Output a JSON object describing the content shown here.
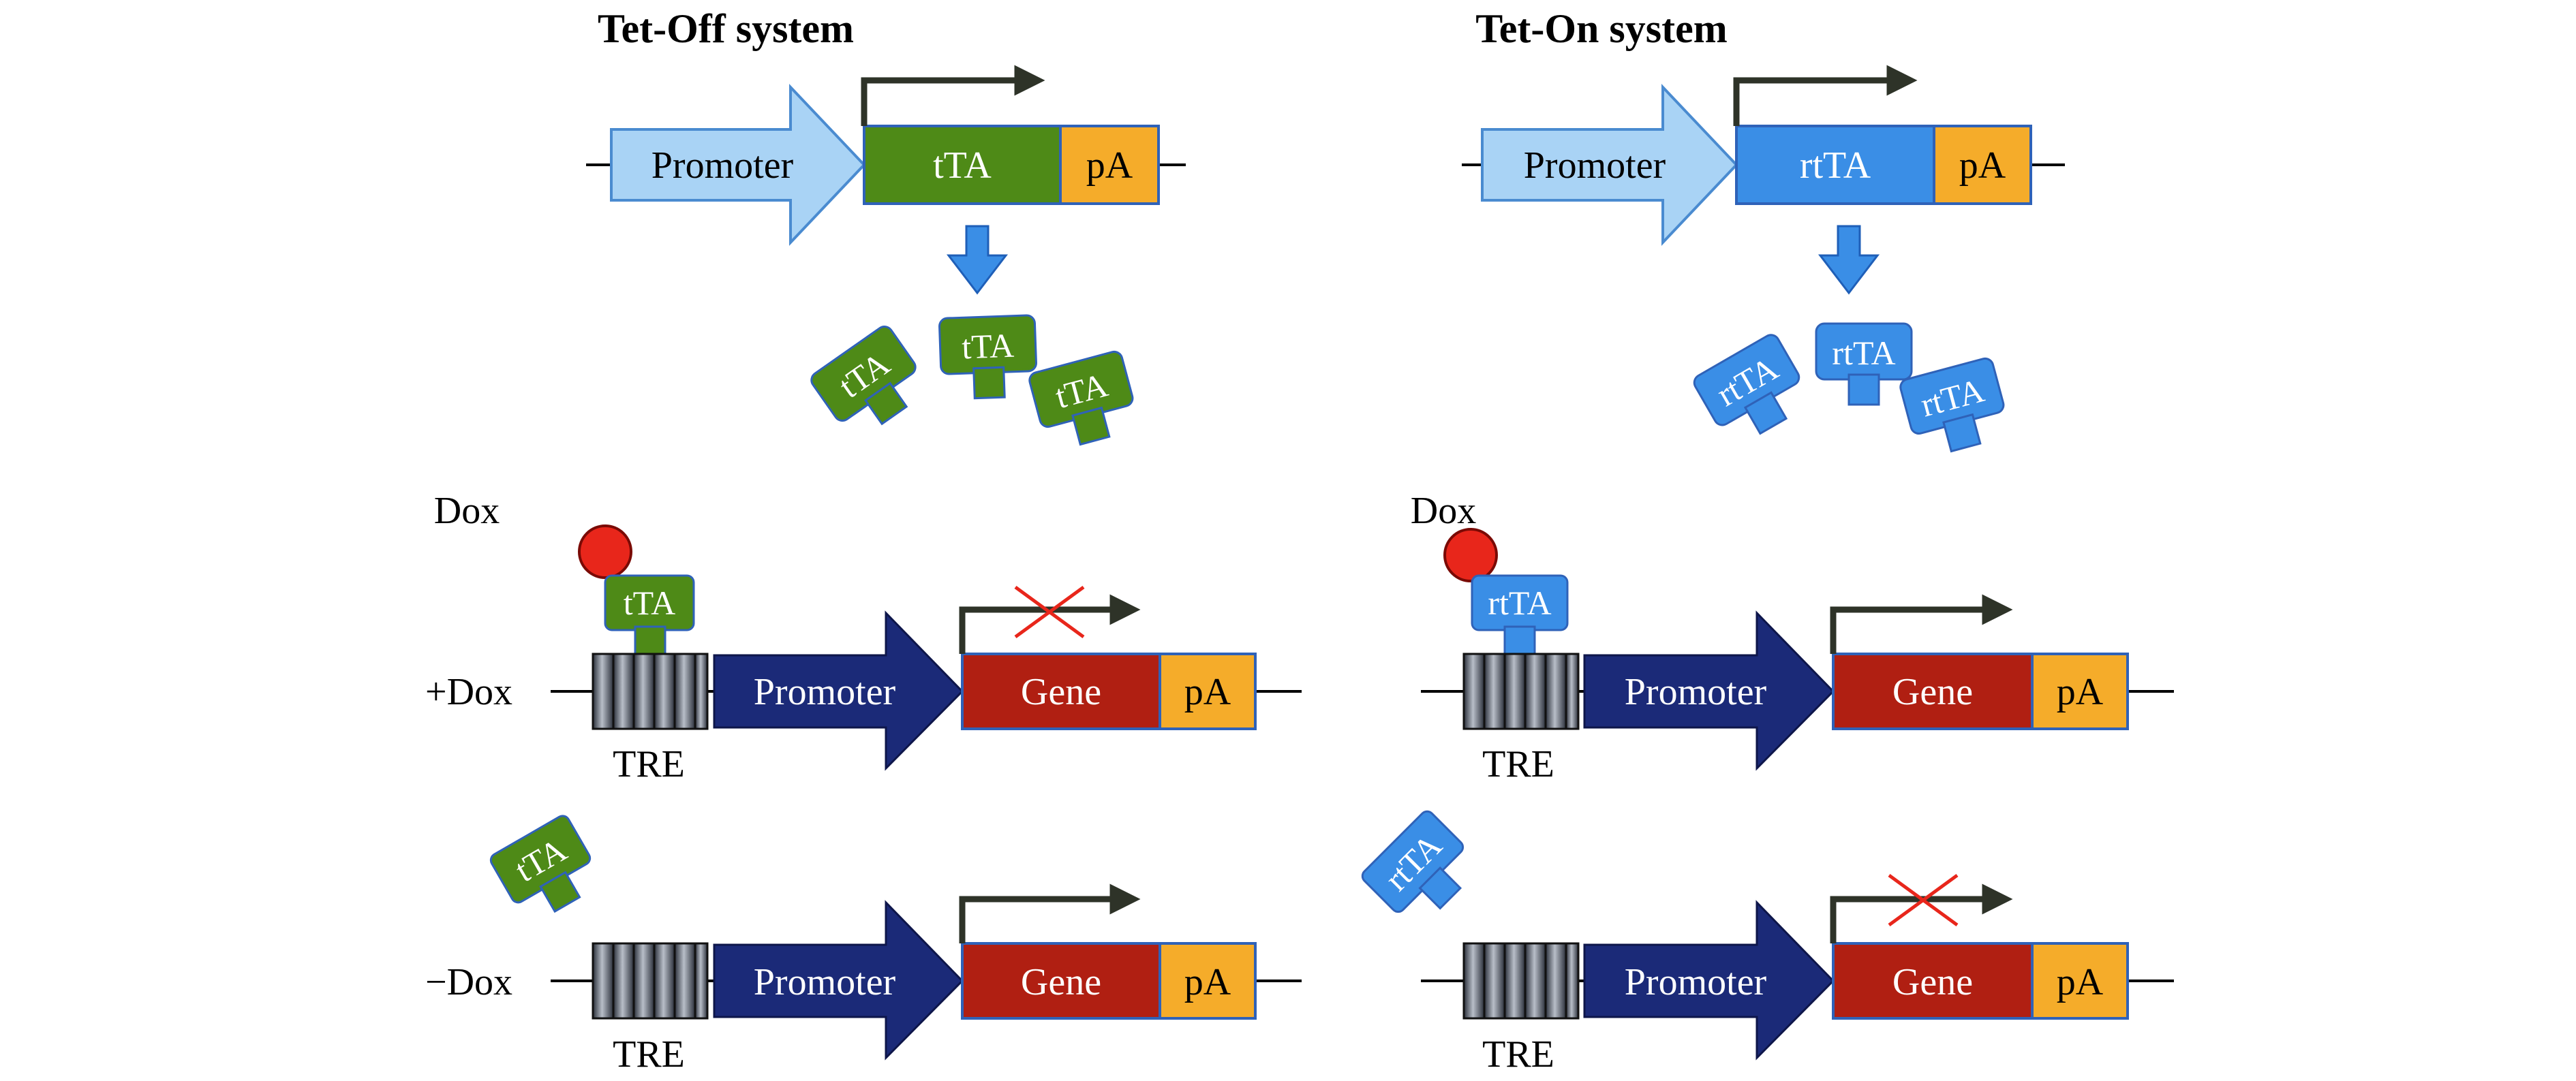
{
  "tet_off": {
    "title": "Tet-Off system",
    "promoter": "Promoter",
    "activator": "tTA",
    "pa": "pA",
    "proteins": [
      "tTA",
      "tTA",
      "tTA"
    ],
    "plus_row": {
      "drug_label": "Dox",
      "bound_protein": "tTA",
      "row_label": "+Dox",
      "tre": "TRE",
      "promoter": "Promoter",
      "gene": "Gene",
      "pa": "pA",
      "transcription_blocked": true
    },
    "minus_row": {
      "free_protein": "tTA",
      "row_label": "−Dox",
      "tre": "TRE",
      "promoter": "Promoter",
      "gene": "Gene",
      "pa": "pA",
      "transcription_blocked": false
    }
  },
  "tet_on": {
    "title": "Tet-On system",
    "promoter": "Promoter",
    "activator": "rtTA",
    "pa": "pA",
    "proteins": [
      "rtTA",
      "rtTA",
      "rtTA"
    ],
    "plus_row": {
      "drug_label": "Dox",
      "bound_protein": "rtTA",
      "tre": "TRE",
      "promoter": "Promoter",
      "gene": "Gene",
      "pa": "pA",
      "transcription_blocked": false
    },
    "minus_row": {
      "free_protein": "rtTA",
      "tre": "TRE",
      "promoter": "Promoter",
      "gene": "Gene",
      "pa": "pA",
      "transcription_blocked": true
    }
  },
  "colors": {
    "promoter_light": "#A9D3F5",
    "promoter_dark": "#1B2A78",
    "tta_green": "#4E8A17",
    "rtta_blue": "#3A8EE6",
    "pa_orange": "#F5AC2A",
    "gene_red": "#B01F12",
    "dox_red": "#E8261B",
    "blocked_x": "#E8261B",
    "arrow_dark": "#2E3328"
  }
}
